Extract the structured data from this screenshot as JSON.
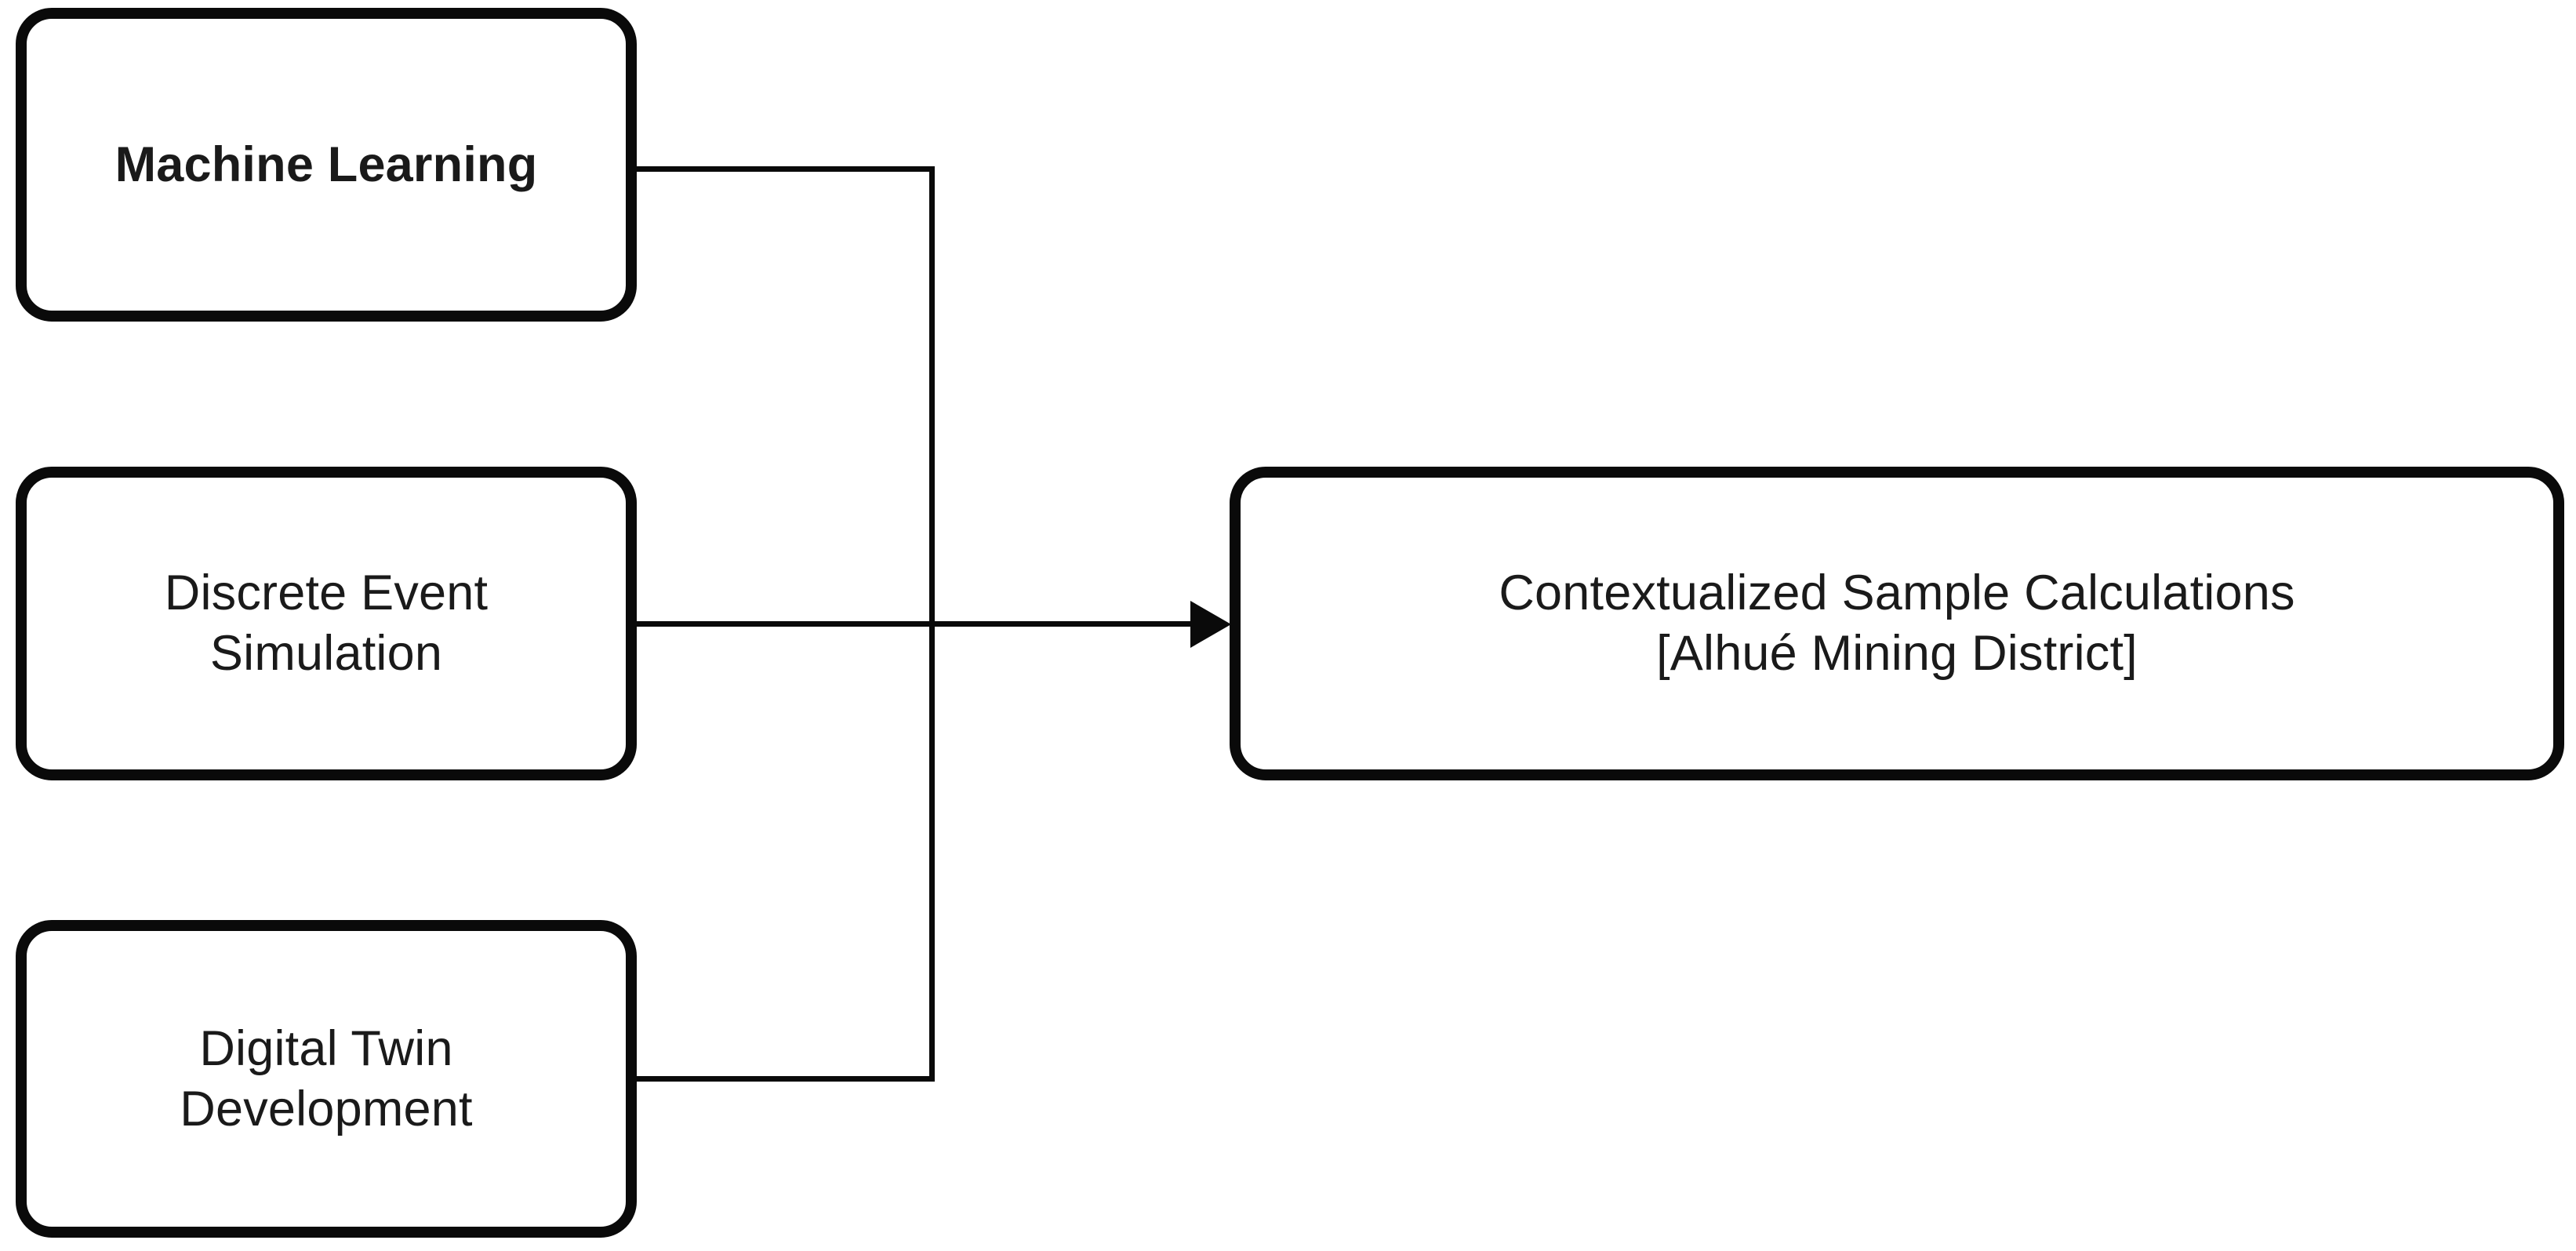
{
  "diagram": {
    "type": "flowchart",
    "background_color": "#ffffff",
    "stroke_color": "#0a0a0a",
    "text_color": "#1a1a1a",
    "inputs": [
      {
        "id": "machine-learning",
        "label": "Machine Learning",
        "emphasis": "bold"
      },
      {
        "id": "discrete-event-simulation",
        "label": "Discrete Event\nSimulation",
        "emphasis": "regular"
      },
      {
        "id": "digital-twin-development",
        "label": "Digital Twin\nDevelopment",
        "emphasis": "regular"
      }
    ],
    "output": {
      "id": "contextualized-sample-calculations",
      "label": "Contextualized Sample Calculations\n[Alhué Mining District]",
      "emphasis": "regular"
    },
    "connector": {
      "style": "orthogonal-merge",
      "arrow_direction": "right",
      "arrow_target": "contextualized-sample-calculations",
      "sources": [
        "machine-learning",
        "discrete-event-simulation",
        "digital-twin-development"
      ]
    }
  }
}
